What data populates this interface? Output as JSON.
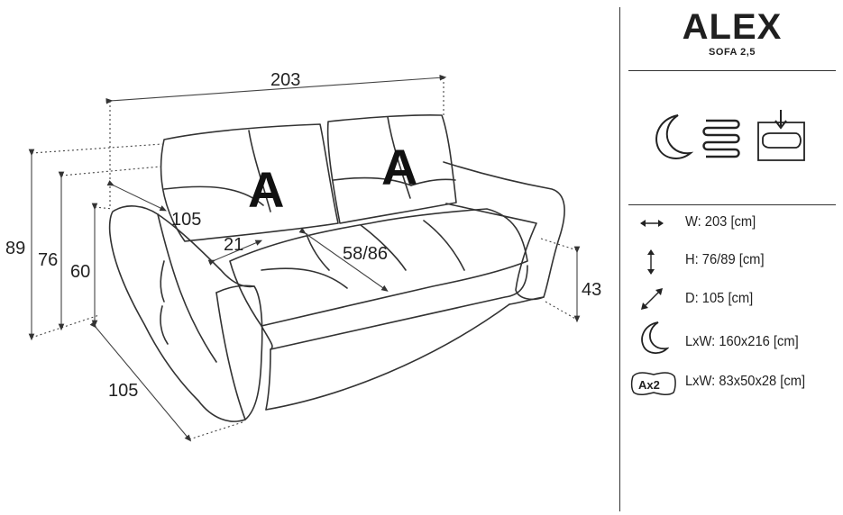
{
  "product": {
    "name": "ALEX",
    "model": "SOFA 2,5"
  },
  "drawing": {
    "seat_labels": [
      "A",
      "A"
    ],
    "dimensions": {
      "width": "203",
      "depth_back": "105",
      "armrest_width": "21",
      "seat_depth": "58/86",
      "height_total": "89",
      "height_back": "76",
      "height_arm": "60",
      "height_seat": "43",
      "depth_side": "105"
    }
  },
  "feature_icons": [
    "moon-icon",
    "spring-icon",
    "storage-box-icon"
  ],
  "specs": [
    {
      "icon": "width-arrow-icon",
      "text": "W: 203 [cm]"
    },
    {
      "icon": "height-arrow-icon",
      "text": "H: 76/89 [cm]"
    },
    {
      "icon": "depth-arrow-icon",
      "text": "D: 105 [cm]"
    },
    {
      "icon": "moon-icon",
      "text": "LxW: 160x216 [cm]"
    },
    {
      "icon": "cushion-icon",
      "badge": "Ax2",
      "text": "LxW: 83x50x28 [cm]"
    }
  ]
}
